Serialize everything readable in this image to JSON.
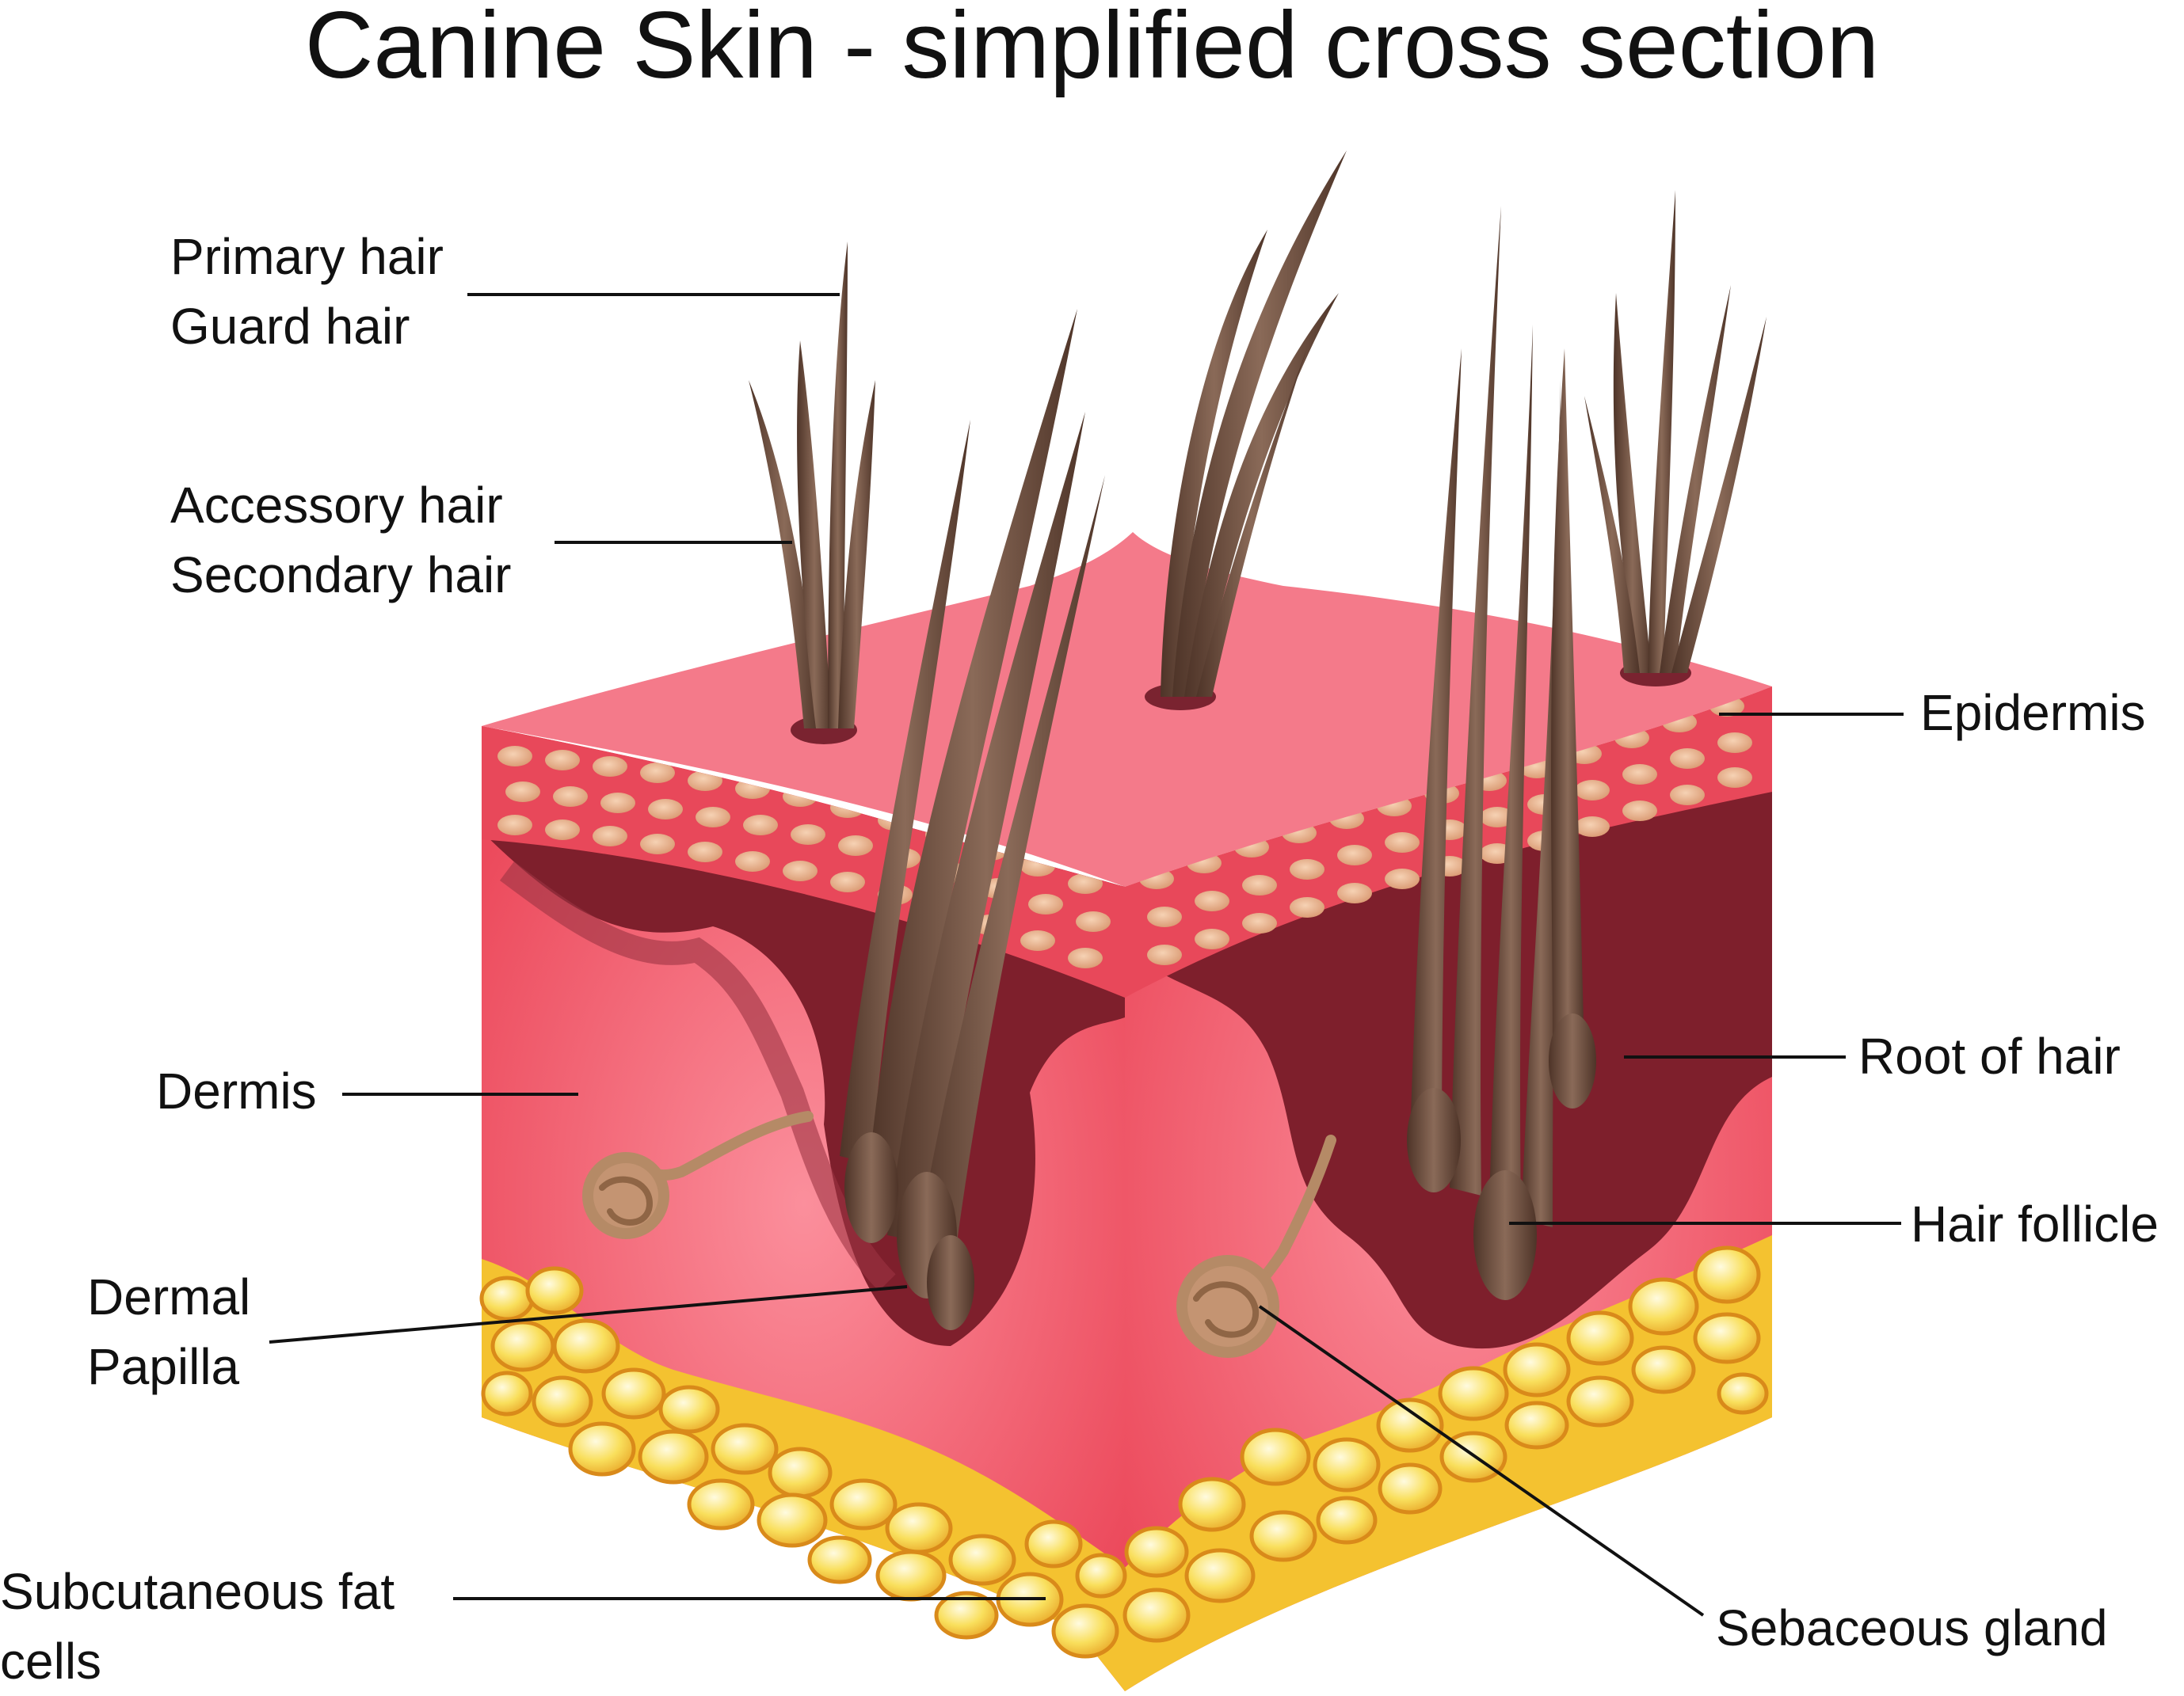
{
  "title": "Canine Skin - simplified cross section",
  "labels": {
    "primary_hair": [
      "Primary hair",
      "Guard hair"
    ],
    "accessory_hair": [
      "Accessory hair",
      "Secondary hair"
    ],
    "dermis": "Dermis",
    "dermal_papilla": [
      "Dermal",
      "Papilla"
    ],
    "subcutaneous_fat": [
      "Subcutaneous fat",
      "cells"
    ],
    "epidermis": "Epidermis",
    "root_of_hair": "Root of hair",
    "hair_follicle": "Hair follicle",
    "sebaceous_gland": "Sebaceous gland"
  },
  "colors": {
    "surface": "#f47a8a",
    "epidermis": "#e8485a",
    "epidermis_cells": "#e9b58f",
    "dermis": "#f2626f",
    "dermis_light": "#fa8a97",
    "follicle_dark": "#7a1b28",
    "hair": "#6e4e3e",
    "hair_light": "#8a6a58",
    "fat": "#f7d24a",
    "fat_light": "#fdf0a0",
    "fat_outline": "#d98a1a",
    "gland": "#b58a66",
    "leader_line": "#111111",
    "text": "#111111"
  }
}
